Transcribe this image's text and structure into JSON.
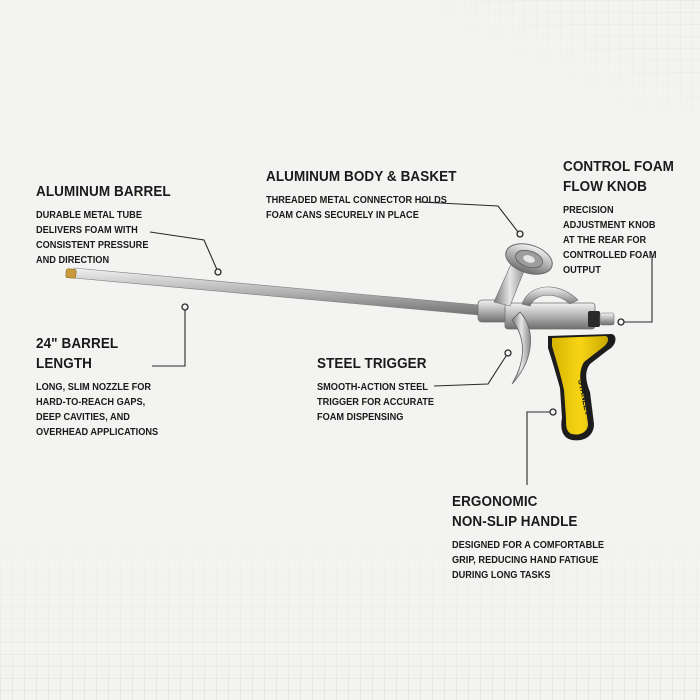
{
  "brand": {
    "handle_text": "STANLEY",
    "yellow": "#f5d000",
    "black": "#1c1c1c"
  },
  "callouts": [
    {
      "id": "aluminum-barrel",
      "title": "ALUMINUM BARREL",
      "body": "DURABLE METAL TUBE\nDELIVERS FOAM WITH\nCONSISTENT PRESSURE\nAND DIRECTION"
    },
    {
      "id": "aluminum-body-basket",
      "title": "ALUMINUM BODY & BASKET",
      "body": "THREADED METAL CONNECTOR HOLDS\nFOAM CANS SECURELY IN PLACE"
    },
    {
      "id": "control-foam-flow-knob",
      "title": "CONTROL FOAM\nFLOW KNOB",
      "body": "PRECISION\nADJUSTMENT KNOB\nAT THE REAR FOR\nCONTROLLED FOAM\nOUTPUT"
    },
    {
      "id": "barrel-length",
      "title": "24\" BARREL\nLENGTH",
      "body": "LONG, SLIM NOZZLE FOR\nHARD-TO-REACH GAPS,\nDEEP CAVITIES, AND\nOVERHEAD APPLICATIONS"
    },
    {
      "id": "steel-trigger",
      "title": "STEEL TRIGGER",
      "body": "SMOOTH-ACTION STEEL\nTRIGGER FOR ACCURATE\nFOAM DISPENSING"
    },
    {
      "id": "ergonomic-handle",
      "title": "ERGONOMIC\nNON-SLIP HANDLE",
      "body": "DESIGNED FOR A COMFORTABLE\nGRIP, REDUCING HAND FATIGUE\nDURING LONG TASKS"
    }
  ]
}
